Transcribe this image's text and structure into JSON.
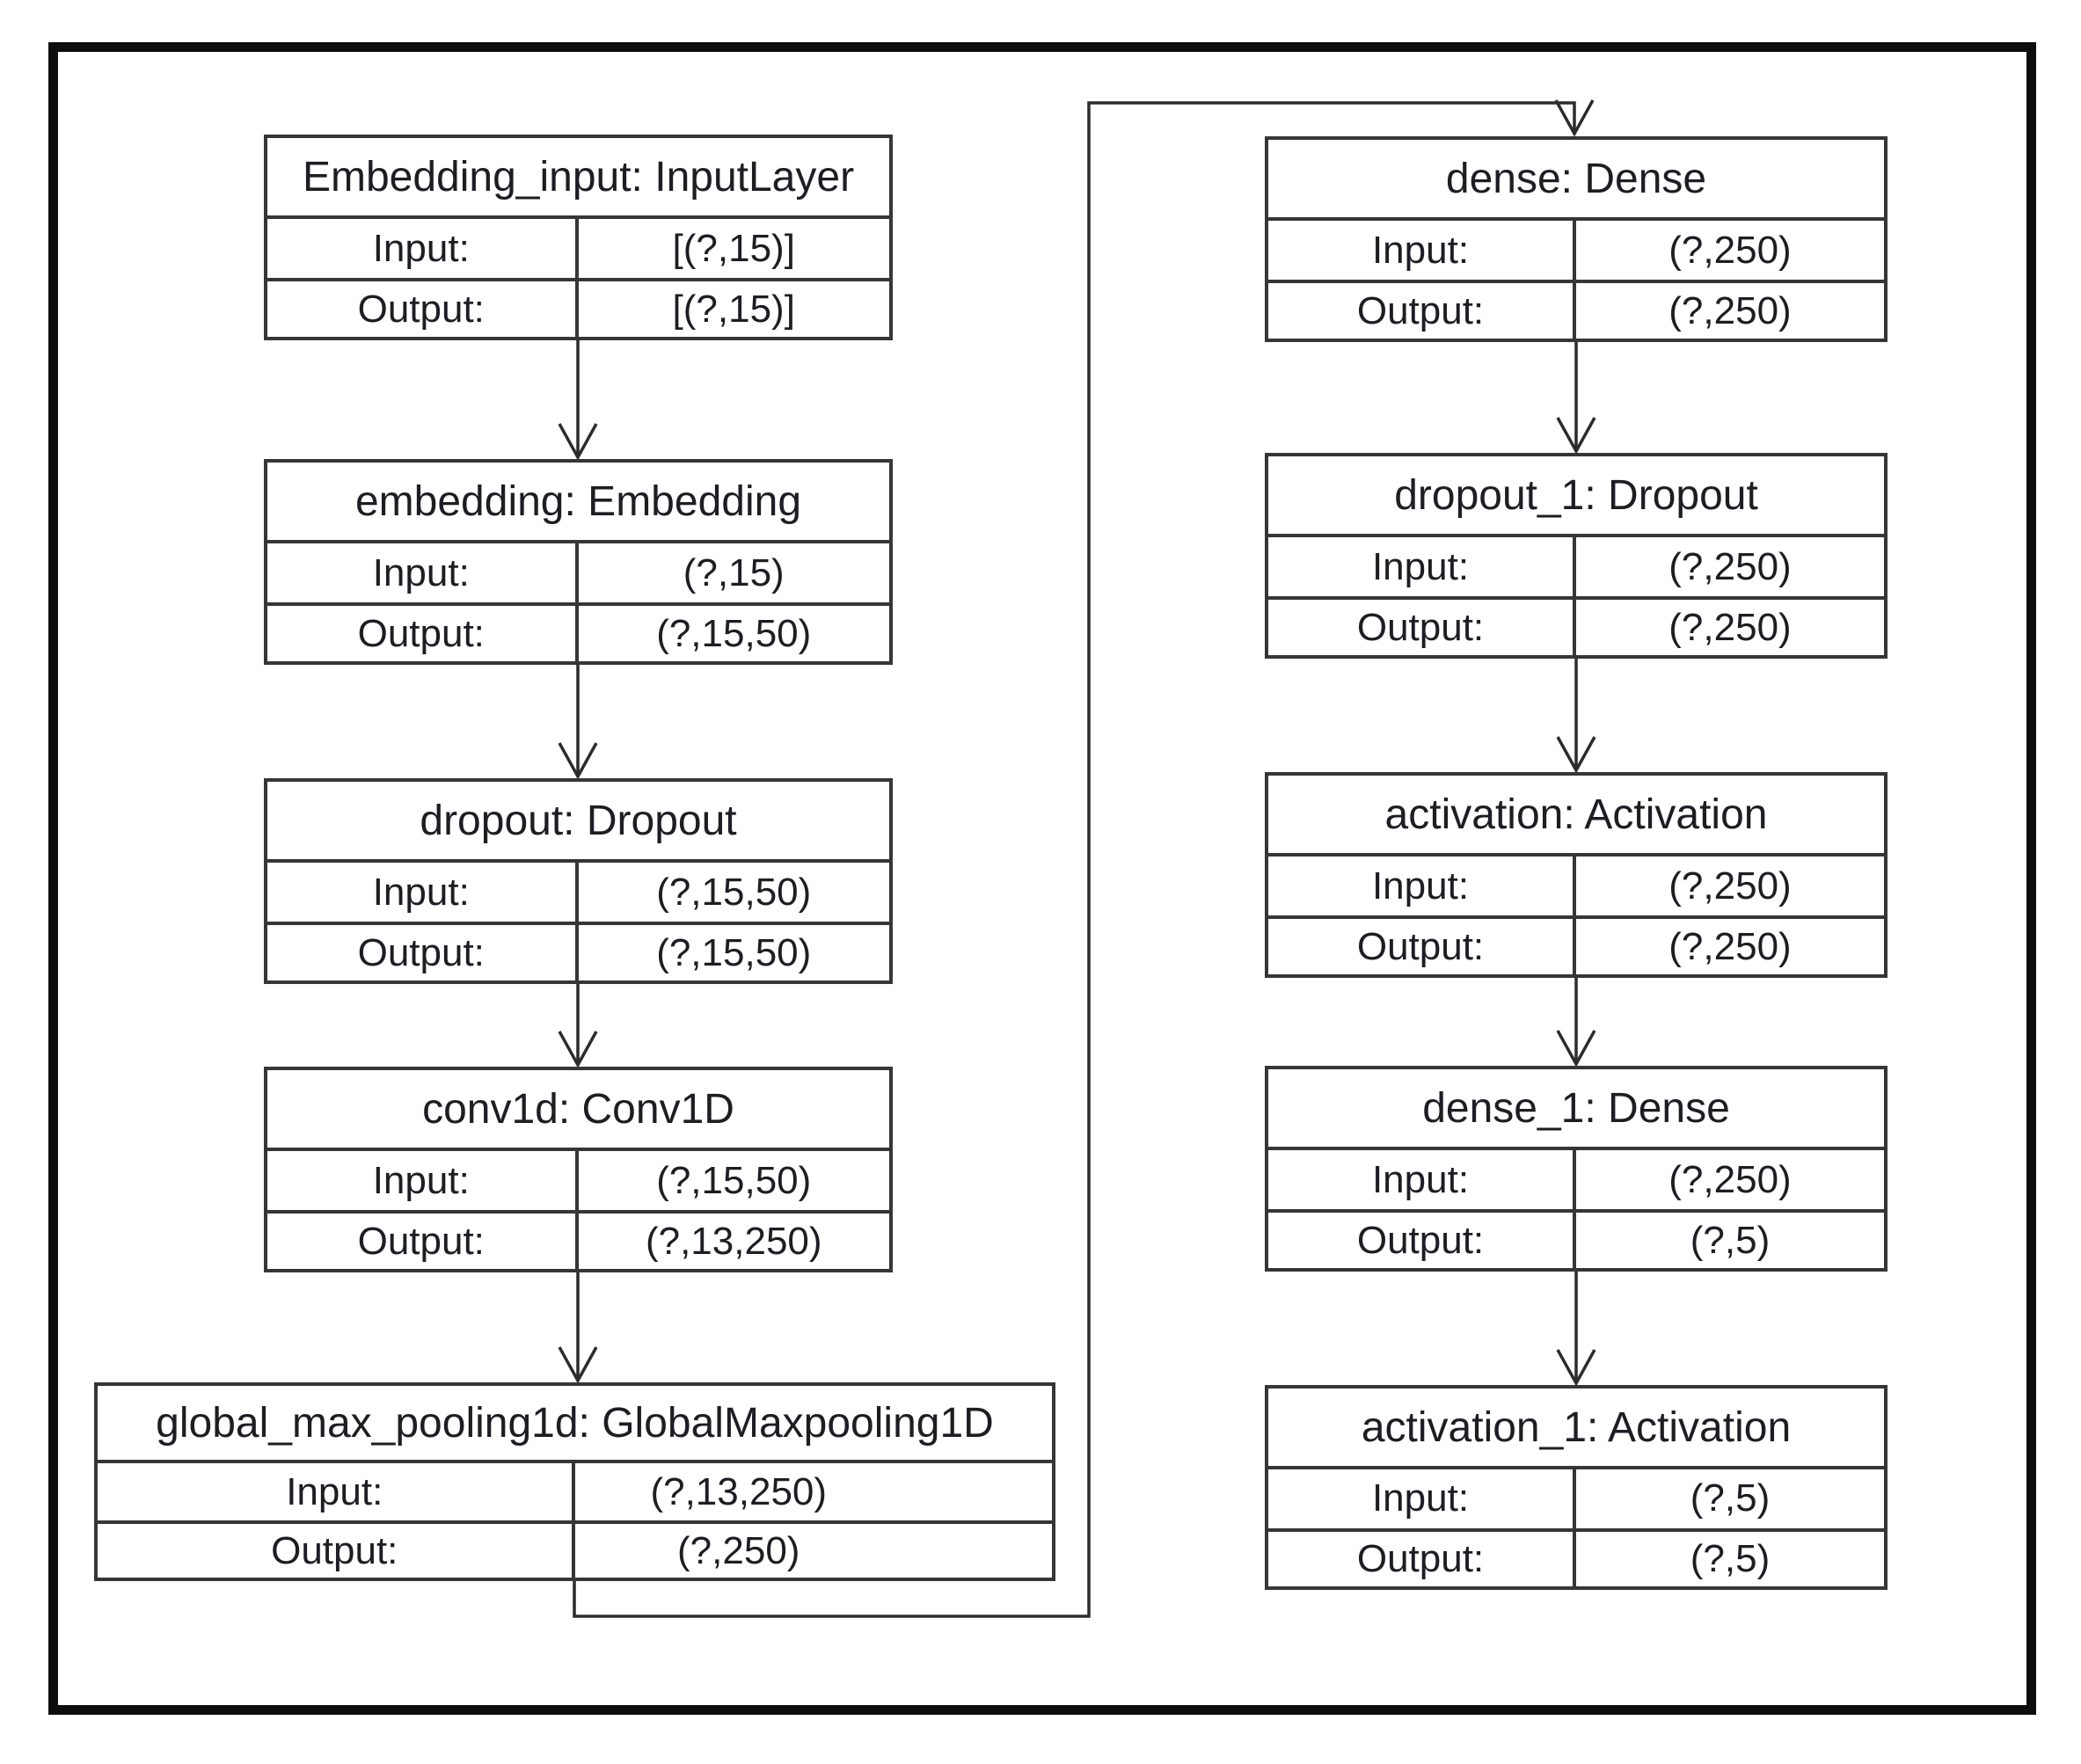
{
  "labels": {
    "input": "Input:",
    "output": "Output:"
  },
  "layers": {
    "left": [
      {
        "title": "Embedding_input: InputLayer",
        "input": "[(?,15)]",
        "output": "[(?,15)]"
      },
      {
        "title": "embedding: Embedding",
        "input": "(?,15)",
        "output": "(?,15,50)"
      },
      {
        "title": "dropout: Dropout",
        "input": "(?,15,50)",
        "output": "(?,15,50)"
      },
      {
        "title": "conv1d: Conv1D",
        "input": "(?,15,50)",
        "output": "(?,13,250)"
      },
      {
        "title": "global_max_pooling1d: GlobalMaxpooling1D",
        "input": "(?,13,250)",
        "output": "(?,250)"
      }
    ],
    "right": [
      {
        "title": "dense: Dense",
        "input": "(?,250)",
        "output": "(?,250)"
      },
      {
        "title": "dropout_1: Dropout",
        "input": "(?,250)",
        "output": "(?,250)"
      },
      {
        "title": "activation: Activation",
        "input": "(?,250)",
        "output": "(?,250)"
      },
      {
        "title": "dense_1: Dense",
        "input": "(?,250)",
        "output": "(?,5)"
      },
      {
        "title": "activation_1: Activation",
        "input": "(?,5)",
        "output": "(?,5)"
      }
    ]
  },
  "colors": {
    "background": "#ffffff",
    "frame": "#0d0d0d",
    "box_border": "#363636",
    "wire": "#2c2c2c",
    "text": "#1d1d24"
  }
}
